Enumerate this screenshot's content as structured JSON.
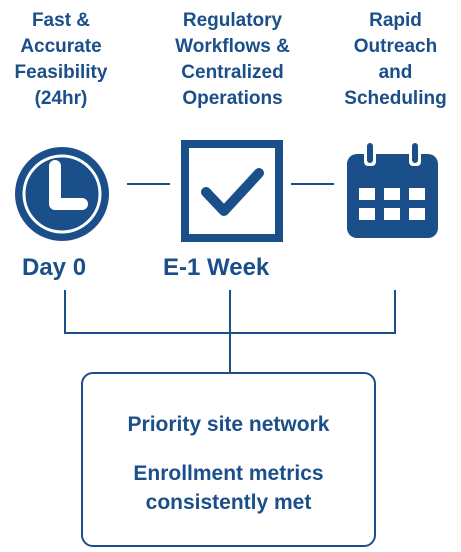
{
  "columns": [
    {
      "heading": "Fast &\nAccurate\nFeasibility\n(24hr)",
      "icon": "clock-icon",
      "timing": "Day 0"
    },
    {
      "heading": "Regulatory\nWorkflows &\nCentralized\nOperations",
      "icon": "checkbox-icon",
      "timing": "E-1 Week"
    },
    {
      "heading": "Rapid\nOutreach\nand\nScheduling",
      "icon": "calendar-icon",
      "timing": ""
    }
  ],
  "outcomes": [
    "Priority site network",
    "Enrollment metrics consistently met"
  ],
  "colors": {
    "primary": "#1b4f8a",
    "background": "#ffffff"
  }
}
